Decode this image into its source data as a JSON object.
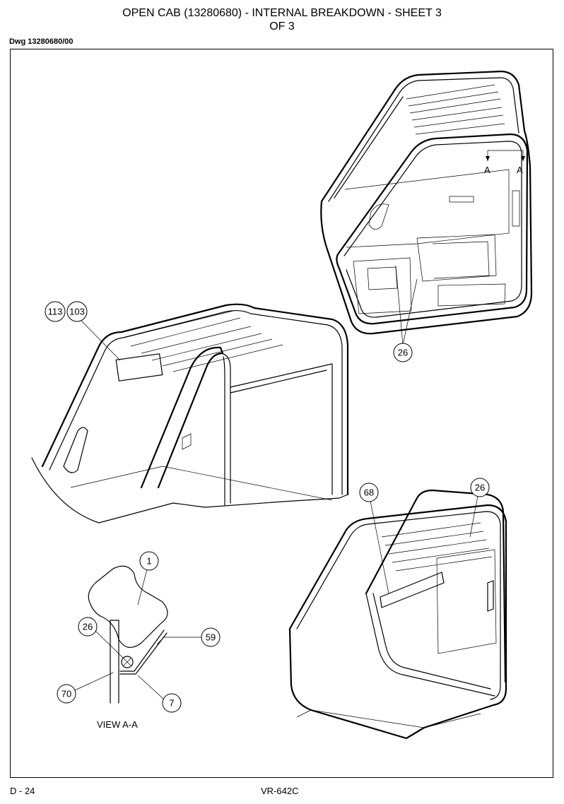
{
  "header": {
    "title_line1": "OPEN CAB (13280680) - INTERNAL BREAKDOWN - SHEET 3",
    "title_line2": "OF 3",
    "dwg_number": "Dwg 13280680/00"
  },
  "callouts": {
    "c113": "113",
    "c103": "103",
    "c26_top": "26",
    "c68": "68",
    "c26_right": "26",
    "c1": "1",
    "c26_view": "26",
    "c59": "59",
    "c70": "70",
    "c7": "7"
  },
  "section_marks": {
    "a_left": "A",
    "a_right": "A"
  },
  "view_label": "VIEW A-A",
  "footer": {
    "page": "D - 24",
    "model": "VR-642C"
  }
}
